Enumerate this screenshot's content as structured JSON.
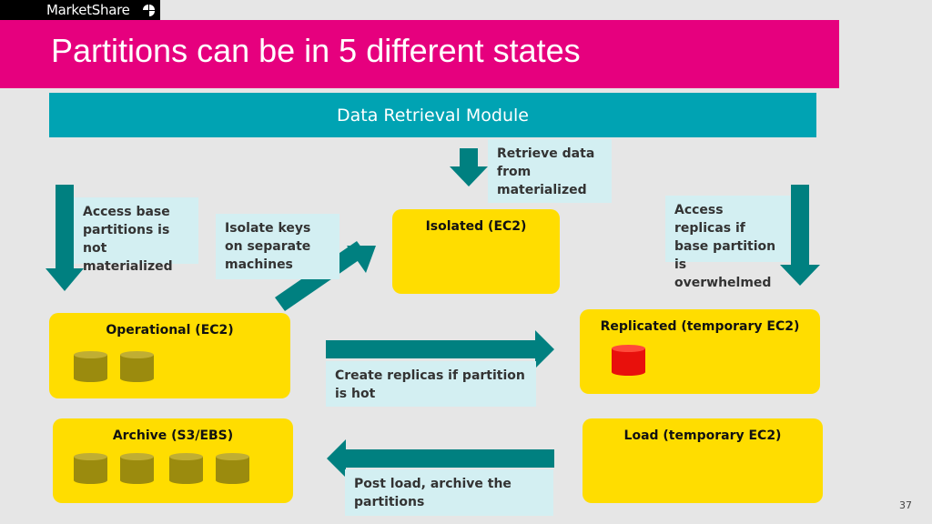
{
  "header": {
    "brand": "MarketShare",
    "title": "Partitions can be in 5 different states"
  },
  "module": {
    "label": "Data Retrieval Module"
  },
  "notes": {
    "retrieve": "Retrieve data from materialized",
    "access_base": "Access base partitions is not materialized",
    "isolate": "Isolate keys on separate machines",
    "access_replicas": "Access replicas if base partition is overwhelmed",
    "create_replicas": "Create replicas if partition is hot",
    "post_load": "Post load, archive the partitions"
  },
  "states": {
    "isolated": "Isolated (EC2)",
    "operational": "Operational (EC2)",
    "replicated": "Replicated (temporary EC2)",
    "archive": "Archive (S3/EBS)",
    "load": "Load (temporary EC2)"
  },
  "colors": {
    "disk_olive": "#9b8b0e",
    "disk_red": "#e8100c",
    "arrow_teal": "#008080",
    "state_yellow": "#ffdd00",
    "module_teal": "#00a3b3",
    "title_magenta": "#e6007e"
  },
  "footer": {
    "page_number": "37"
  }
}
